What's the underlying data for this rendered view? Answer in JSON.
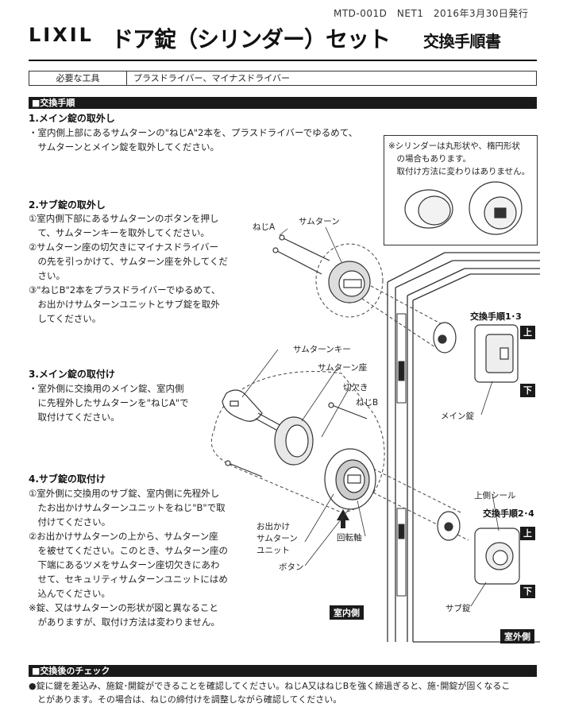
{
  "header": {
    "doc_id": "MTD-001D　NET1　2016年3月30日発行",
    "logo": "LIXIL",
    "title": "ドア錠（シリンダー）セット",
    "subtitle": "交換手順書"
  },
  "tools": {
    "label": "必要な工具",
    "value": "プラスドライバー、マイナスドライバー"
  },
  "procedure": {
    "section_title": "■交換手順",
    "steps": [
      {
        "heading": "1.メイン錠の取外し",
        "lines": [
          "・室内側上部にあるサムターンの\"ねじA\"2本を、プラスドライバーでゆるめて、",
          "　サムターンとメイン錠を取外してください。"
        ]
      },
      {
        "heading": "2.サブ錠の取外し",
        "lines": [
          "①室内側下部にあるサムターンのボタンを押し",
          "　て、サムターンキーを取外してください。",
          "②サムターン座の切欠きにマイナスドライバー",
          "　の先を引っかけて、サムターン座を外してくだ",
          "　さい。",
          "③\"ねじB\"2本をプラスドライバーでゆるめて、",
          "　お出かけサムターンユニットとサブ錠を取外",
          "　してください。"
        ]
      },
      {
        "heading": "3.メイン錠の取付け",
        "lines": [
          "・室外側に交換用のメイン錠、室内側",
          "　に先程外したサムターンを\"ねじA\"で",
          "　取付けてください。"
        ]
      },
      {
        "heading": "4.サブ錠の取付け",
        "lines": [
          "①室外側に交換用のサブ錠、室内側に先程外し",
          "　たお出かけサムターンユニットをねじ\"B\"で取",
          "　付けてください。",
          "②お出かけサムターンの上から、サムターン座",
          "　を被せてください。このとき、サムターン座の",
          "　下端にあるツメをサムターン座切欠きにあわ",
          "　せて、セキュリティサムターンユニットにはめ",
          "　込んでください。",
          "※錠、又はサムターンの形状が図と異なること",
          "　がありますが、取付け方法は変わりません。"
        ]
      }
    ]
  },
  "note": {
    "lines": [
      "※シリンダーは丸形状や、楕円形状",
      "　の場合もあります。",
      "　取付け方法に変わりはありません。"
    ]
  },
  "diagram_labels": {
    "screw_a": "ねじA",
    "thumbturn": "サムターン",
    "steps_1_3": "交換手順1･3",
    "top_1": "上",
    "bottom_1": "下",
    "main_lock": "メイン錠",
    "thumbturn_key": "サムターンキー",
    "thumbturn_seat": "サムターン座",
    "notch": "切欠き",
    "screw_b": "ねじB",
    "top_seal": "上側シール",
    "steps_2_4": "交換手順2･4",
    "top_2": "上",
    "bottom_2": "下",
    "outing_unit_1": "お出かけ",
    "outing_unit_2": "サムターン",
    "outing_unit_3": "ユニット",
    "rotation_axis": "回転軸",
    "button": "ボタン",
    "sub_lock": "サブ錠",
    "indoor": "室内側",
    "outdoor": "室外側"
  },
  "check": {
    "section_title": "■交換後のチェック",
    "lines": [
      "●錠に鍵を差込み、施錠･開錠ができることを確認してください。ねじA又はねじBを強く締過ぎると、施･開錠が固くなるこ",
      "　とがあります。その場合は、ねじの締付けを調整しながら確認してください。"
    ]
  }
}
